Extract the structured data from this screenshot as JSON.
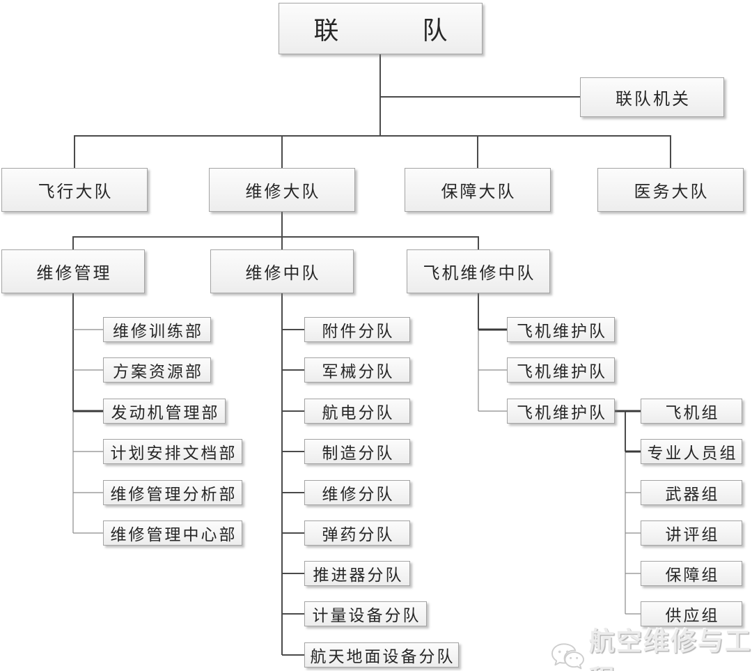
{
  "root": {
    "label": "联　　　队"
  },
  "hq": {
    "label": "联队机关"
  },
  "groups_level": [
    {
      "label": "飞行大队"
    },
    {
      "label": "维修大队"
    },
    {
      "label": "保障大队"
    },
    {
      "label": "医务大队"
    }
  ],
  "maintenance_children": [
    {
      "label": "维修管理"
    },
    {
      "label": "维修中队"
    },
    {
      "label": "飞机维修中队"
    }
  ],
  "management_depts": [
    "维修训练部",
    "方案资源部",
    "发动机管理部",
    "计划安排文档部",
    "维修管理分析部",
    "维修管理中心部"
  ],
  "squadron_units": [
    "附件分队",
    "军械分队",
    "航电分队",
    "制造分队",
    "维修分队",
    "弹药分队",
    "推进器分队",
    "计量设备分队",
    "航天地面设备分队"
  ],
  "aircraft_maintenance_teams": [
    "飞机维护队",
    "飞机维护队",
    "飞机维护队"
  ],
  "team_groups": [
    "飞机组",
    "专业人员组",
    "武器组",
    "讲评组",
    "保障组",
    "供应组"
  ],
  "watermark": {
    "icon": "wechat-icon",
    "text": "航空维修与工程"
  },
  "colors": {
    "connector_dark": "#4a4a4a",
    "connector_light": "#8a8a8a",
    "box_border": "#a3a3a3",
    "box_fill_top": "#fcfcfc",
    "box_fill_bottom": "#ededed",
    "text": "#262626",
    "watermark_text": "#ececec"
  }
}
